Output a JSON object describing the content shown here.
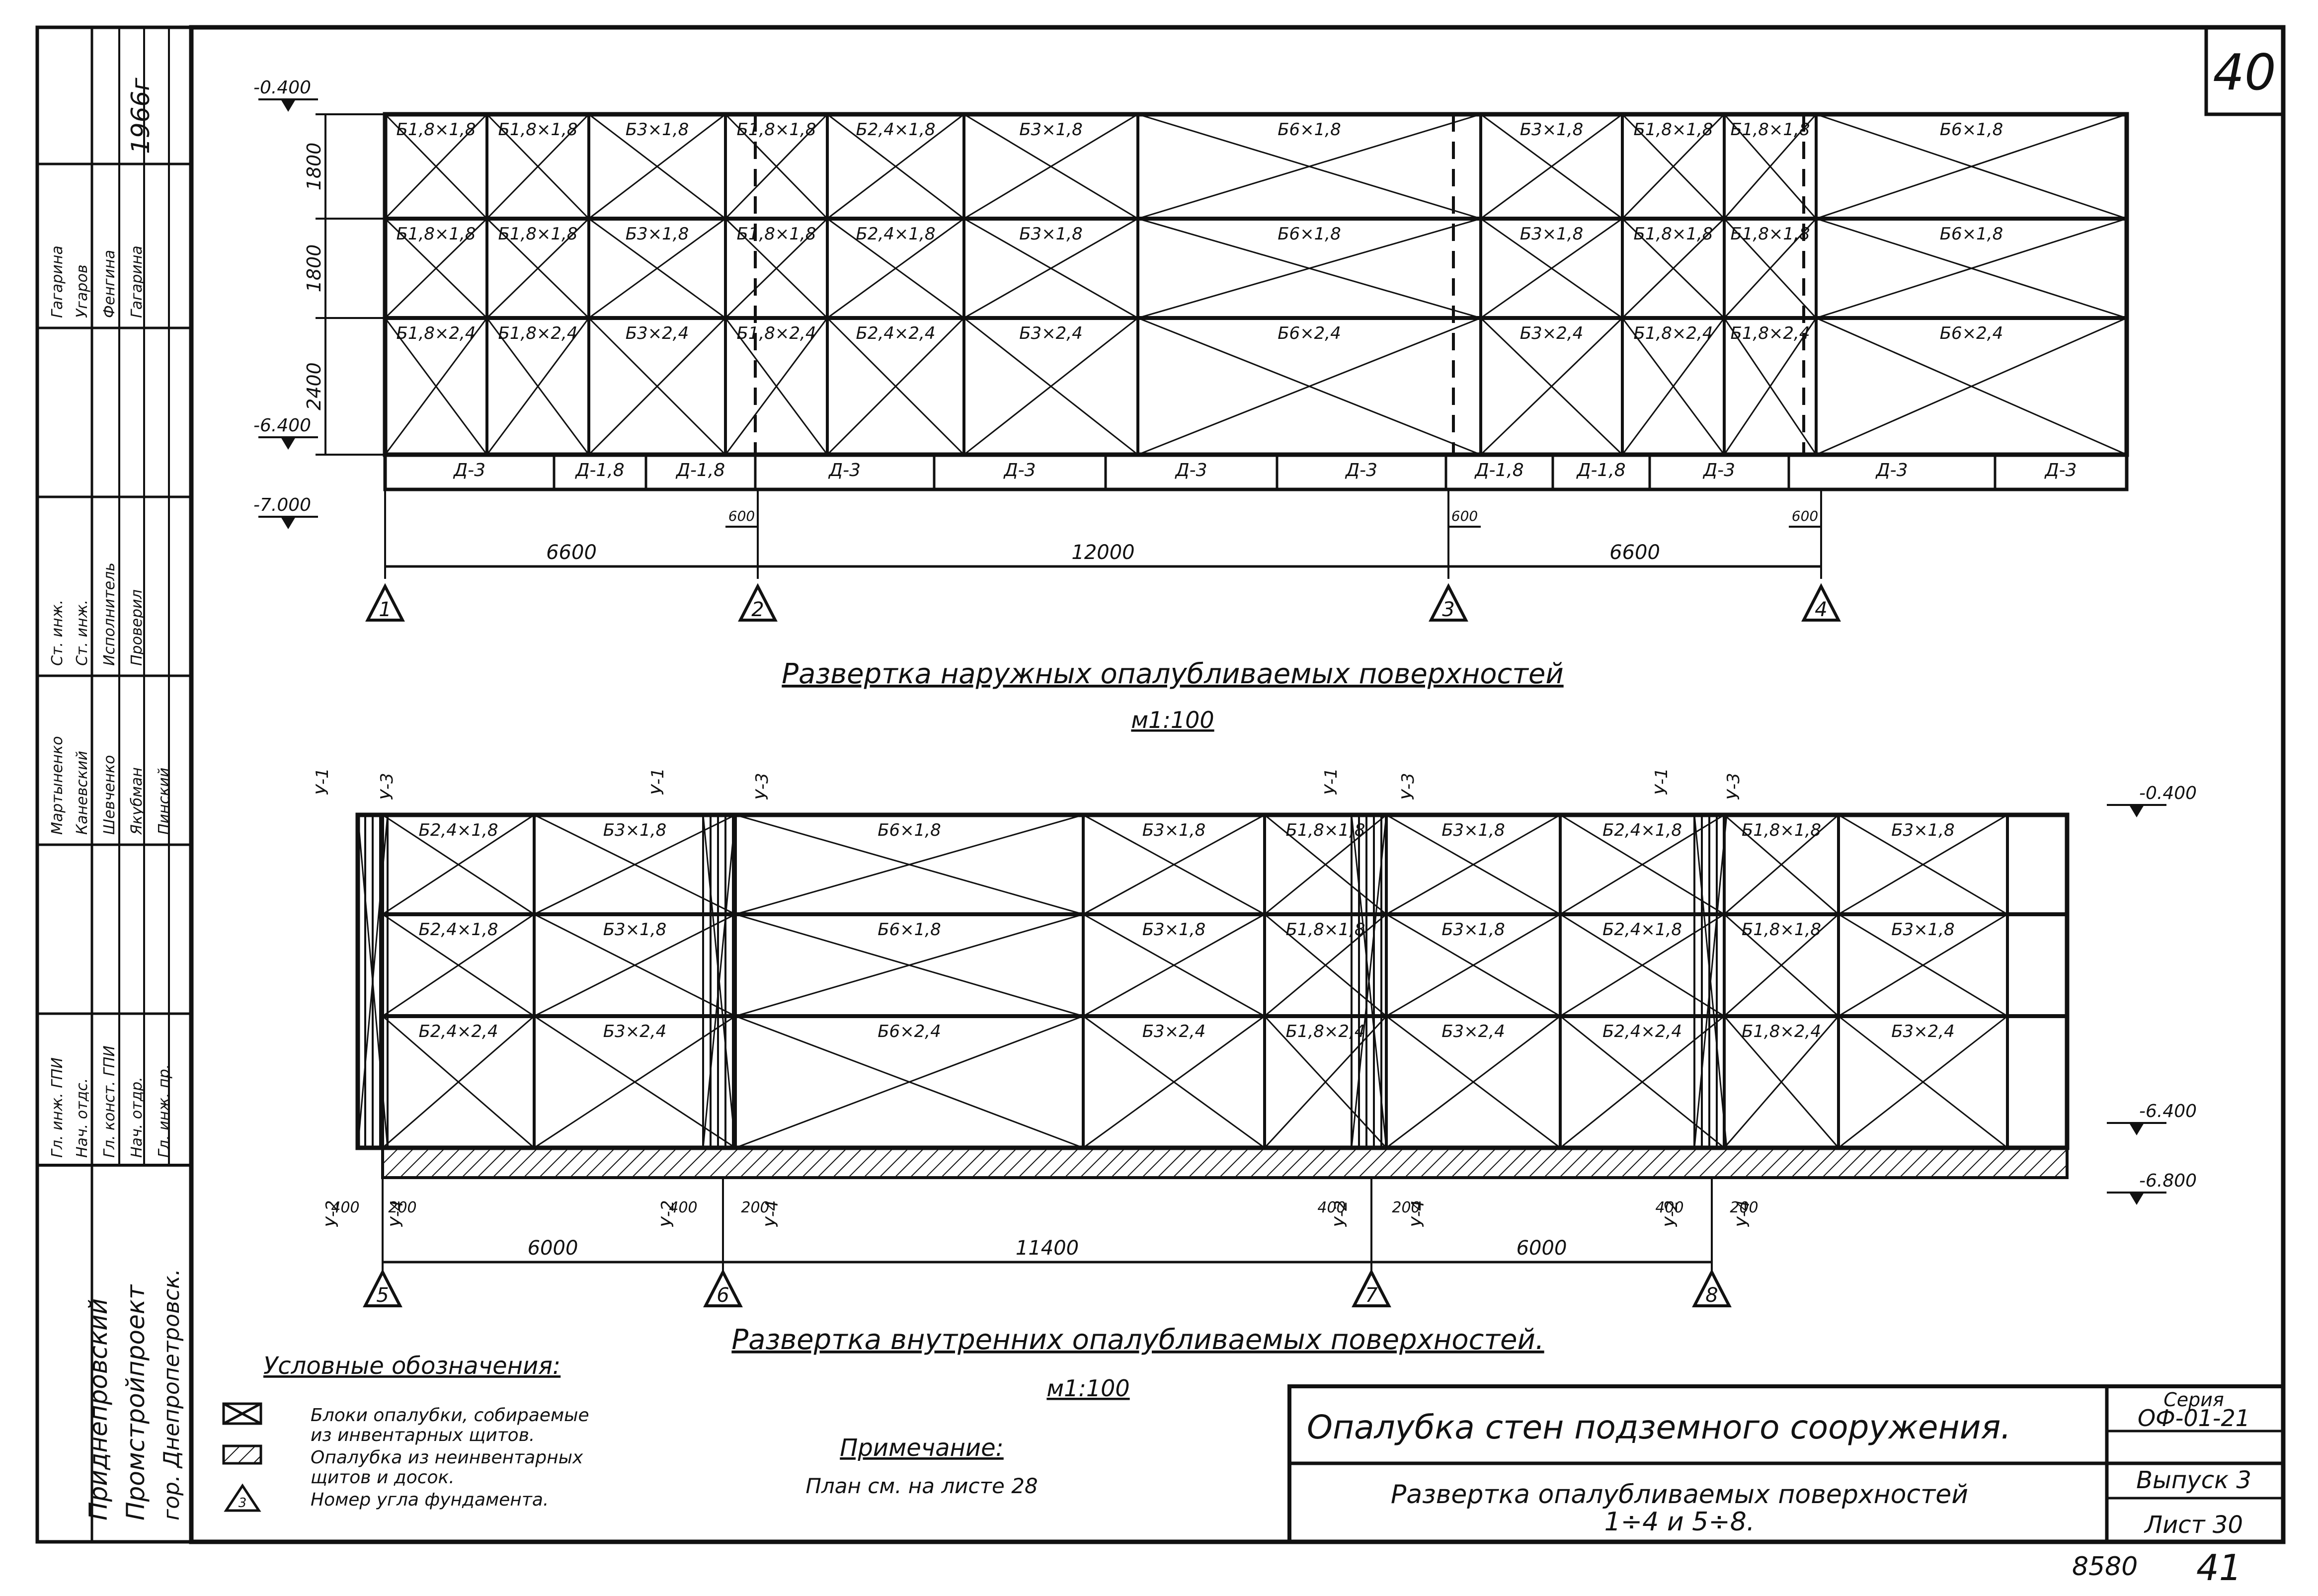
{
  "sheet_number": "40",
  "footer": {
    "left": "8580",
    "right": "41"
  },
  "outer": {
    "title": "Развертка наружных опалубливаемых поверхностей",
    "scale": "м1:100",
    "levels": [
      "-0.400",
      "-6.400",
      "-7.000"
    ],
    "row_heights": [
      "1800",
      "1800",
      "2400"
    ],
    "rows": [
      [
        "Б1,8×1,8",
        "Б1,8×1,8",
        "Б3×1,8",
        "Б1,8×1,8",
        "Б2,4×1,8",
        "Б3×1,8",
        "Б6×1,8",
        "Б3×1,8",
        "Б1,8×1,8",
        "Б1,8×1,8",
        "Б6×1,8"
      ],
      [
        "Б1,8×1,8",
        "Б1,8×1,8",
        "Б3×1,8",
        "Б1,8×1,8",
        "Б2,4×1,8",
        "Б3×1,8",
        "Б6×1,8",
        "Б3×1,8",
        "Б1,8×1,8",
        "Б1,8×1,8",
        "Б6×1,8"
      ],
      [
        "Б1,8×2,4",
        "Б1,8×2,4",
        "Б3×2,4",
        "Б1,8×2,4",
        "Б2,4×2,4",
        "Б3×2,4",
        "Б6×2,4",
        "Б3×2,4",
        "Б1,8×2,4",
        "Б1,8×2,4",
        "Б6×2,4"
      ]
    ],
    "bottom": [
      "Д-3",
      "Д-1,8",
      "Д-1,8",
      "Д-3",
      "Д-3",
      "Д-3",
      "Д-3",
      "Д-1,8",
      "Д-1,8",
      "Д-3",
      "Д-3",
      "Д-3"
    ],
    "small_dims": [
      "600",
      "600",
      "600"
    ],
    "spans": [
      "6600",
      "12000",
      "6600"
    ],
    "axes": [
      "1",
      "2",
      "3",
      "4"
    ]
  },
  "inner": {
    "title": "Развертка внутренних опалубливаемых поверхностей.",
    "scale": "м1:100",
    "levels": [
      "-0.400",
      "-6.400",
      "-6.800"
    ],
    "rows": [
      [
        "Б2,4×1,8",
        "Б3×1,8",
        "Б6×1,8",
        "Б3×1,8",
        "Б1,8×1,8",
        "Б3×1,8",
        "Б2,4×1,8",
        "Б1,8×1,8",
        "Б3×1,8"
      ],
      [
        "Б2,4×1,8",
        "Б3×1,8",
        "Б6×1,8",
        "Б3×1,8",
        "Б1,8×1,8",
        "Б3×1,8",
        "Б2,4×1,8",
        "Б1,8×1,8",
        "Б3×1,8"
      ],
      [
        "Б2,4×2,4",
        "Б3×2,4",
        "Б6×2,4",
        "Б3×2,4",
        "Б1,8×2,4",
        "Б3×2,4",
        "Б2,4×2,4",
        "Б1,8×2,4",
        "Б3×2,4"
      ]
    ],
    "top_tags": [
      "У-1",
      "У-3",
      "У-1",
      "У-3",
      "У-1",
      "У-3",
      "У-1",
      "У-3"
    ],
    "bottom_tags": [
      "У-2",
      "У-4",
      "У-2",
      "У-4",
      "У-2",
      "У-4",
      "У-2",
      "У-4"
    ],
    "small_dims": [
      "400",
      "200",
      "400",
      "200",
      "400",
      "200",
      "400",
      "200"
    ],
    "spans": [
      "6000",
      "11400",
      "6000"
    ],
    "axes": [
      "5",
      "6",
      "7",
      "8"
    ]
  },
  "legend": {
    "heading": "Условные обозначения:",
    "items": [
      {
        "symbol": "1",
        "text1": "Блоки опалубки, собираемые",
        "text2": "из инвентарных щитов."
      },
      {
        "symbol": "2",
        "text1": "Опалубка из неинвентарных",
        "text2": "щитов и досок."
      },
      {
        "symbol": "3",
        "text1": "Номер угла фундамента.",
        "text2": ""
      }
    ]
  },
  "note": {
    "heading": "Примечание:",
    "text": "План см. на листе 28"
  },
  "title_block": {
    "title": "Опалубка стен подземного сооружения.",
    "subtitle1": "Развертка опалубливаемых поверхностей",
    "subtitle2": "1÷4 и 5÷8.",
    "series_label": "Серия",
    "series": "ОФ-01-21",
    "issue": "Выпуск 3",
    "sheet": "Лист 30"
  },
  "side_stamp": {
    "year": "1966г",
    "roles": [
      "Гл. инж. ГПИ",
      "Нач. отдс.",
      "Гл. конст. ГПИ",
      "Нач. отдр.",
      "Гл. инж. пр.",
      "Ст. инж.",
      "Ст. инж.",
      "Исполнитель",
      "Проверил"
    ],
    "names": [
      "Мартыненко",
      "Каневский",
      "Шевченко",
      "Якубман",
      "Пинский",
      "Гагарина",
      "Угаров",
      "Фенгина",
      "Гагарина"
    ],
    "org": [
      "Приднепровский",
      "Промстройпроект",
      "гор. Днепропетровск."
    ]
  }
}
